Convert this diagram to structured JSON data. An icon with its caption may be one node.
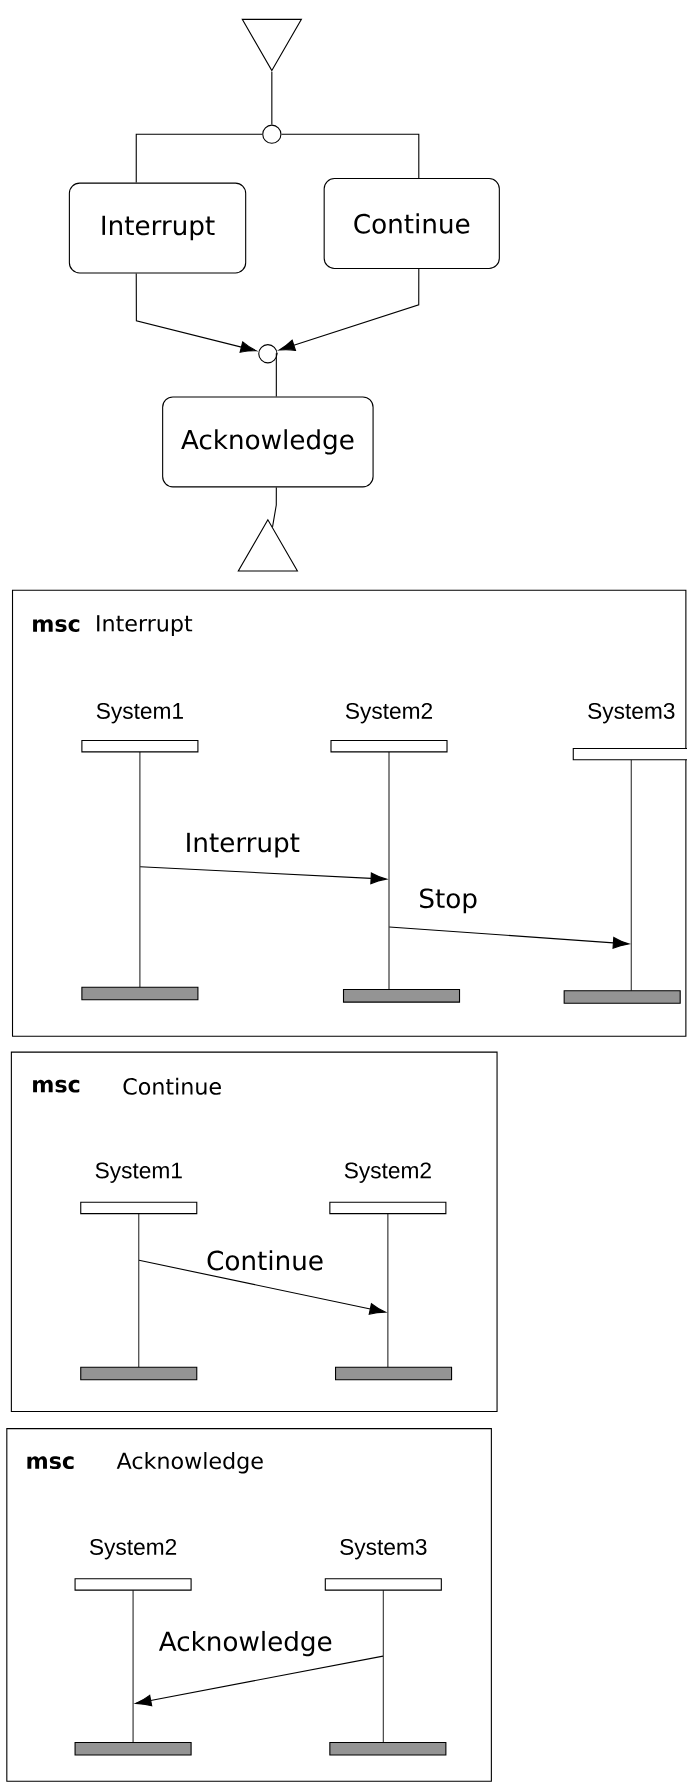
{
  "diagram": {
    "nodes": [
      {
        "text": [],
        "shape": "triangle"
      },
      {
        "text": [],
        "shape": "circle"
      },
      {
        "text": [
          "Interrupt"
        ]
      },
      {
        "text": [
          "Continue"
        ]
      },
      {
        "text": [],
        "shape": "circle"
      },
      {
        "text": [
          "Acknowledge"
        ]
      },
      {
        "text": [],
        "shape": "triangle"
      },
      {
        "text": [
          "msc",
          "Interrupt"
        ]
      },
      {
        "text": [],
        "shape": "line",
        "beside": [
          "System1"
        ],
        "in": 7
      },
      {
        "text": [],
        "shape": "line",
        "beside": [
          "System2"
        ],
        "in": 7
      },
      {
        "text": [],
        "shape": "line",
        "beside": [
          "System3"
        ],
        "in": 7
      },
      {
        "text": [
          "msc",
          "Continue"
        ]
      },
      {
        "text": [],
        "shape": "line",
        "beside": [
          "System1"
        ],
        "in": 11
      },
      {
        "text": [],
        "shape": "line",
        "beside": [
          "System2"
        ],
        "in": 11
      },
      {
        "text": [
          "msc",
          "Acknowledge"
        ]
      },
      {
        "text": [],
        "shape": "line",
        "beside": [
          "System2"
        ],
        "in": 14
      },
      {
        "text": [],
        "shape": "line",
        "beside": [
          "System3"
        ],
        "in": 14
      },
      {
        "text": [],
        "shape": "bar",
        "in": 7
      },
      {
        "text": [],
        "shape": "bar",
        "in": 7
      },
      {
        "text": [],
        "shape": "bar",
        "in": 7
      },
      {
        "text": [],
        "shape": "bar",
        "in": 7
      },
      {
        "text": [],
        "shape": "bar",
        "in": 7
      },
      {
        "text": [],
        "shape": "bar",
        "in": 7
      },
      {
        "text": [],
        "shape": "bar",
        "in": 11
      },
      {
        "text": [],
        "shape": "bar",
        "in": 11
      },
      {
        "text": [],
        "shape": "bar",
        "in": 11
      },
      {
        "text": [],
        "shape": "bar",
        "in": 11
      },
      {
        "text": [],
        "shape": "bar",
        "in": 14
      },
      {
        "text": [],
        "shape": "bar",
        "in": 14
      },
      {
        "text": [],
        "shape": "bar",
        "in": 14
      },
      {
        "text": [],
        "shape": "bar",
        "in": 14
      }
    ],
    "edges": [
      {
        "from": 0,
        "to": 1,
        "arrow": "none"
      },
      {
        "from": 1,
        "to": 2,
        "arrow": "none"
      },
      {
        "from": 1,
        "to": 3,
        "arrow": "none"
      },
      {
        "from": 2,
        "to": 4,
        "arrow": "to"
      },
      {
        "from": 3,
        "to": 4,
        "arrow": "to"
      },
      {
        "from": 4,
        "to": 5,
        "arrow": "none"
      },
      {
        "from": 5,
        "to": 6,
        "arrow": "none"
      },
      {
        "from": 8,
        "to": 9,
        "arrow": "to",
        "label": "Interrupt"
      },
      {
        "from": 9,
        "to": 10,
        "arrow": "to",
        "label": "Stop"
      },
      {
        "from": 12,
        "to": 13,
        "arrow": "to",
        "label": "Continue"
      },
      {
        "from": 16,
        "to": 15,
        "arrow": "to",
        "label": "Acknowledge"
      }
    ]
  }
}
